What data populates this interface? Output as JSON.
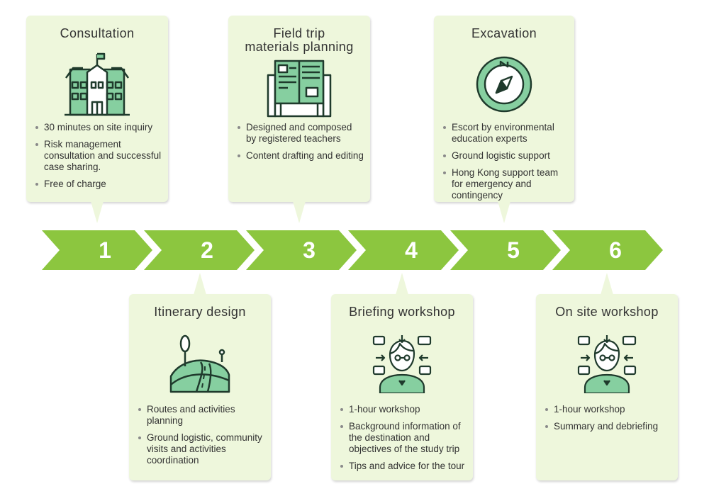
{
  "steps": [
    {
      "number": "1",
      "title": "Consultation",
      "points": [
        "30 minutes on site inquiry",
        "Risk management consultation and successful case sharing.",
        "Free of charge"
      ]
    },
    {
      "number": "2",
      "title": "Itinerary design",
      "points": [
        "Routes and activities planning",
        "Ground logistic, community visits and activities coordination"
      ]
    },
    {
      "number": "3",
      "title": "Field trip\nmaterials planning",
      "points": [
        "Designed and composed by registered teachers",
        "Content drafting and editing"
      ]
    },
    {
      "number": "4",
      "title": "Briefing workshop",
      "points": [
        "1-hour workshop",
        "Background information of the destination and objectives of the study trip",
        "Tips and advice for the tour"
      ]
    },
    {
      "number": "5",
      "title": "Excavation",
      "points": [
        "Escort by environmental education experts",
        "Ground logistic support",
        "Hong Kong support team for emergency and contingency"
      ]
    },
    {
      "number": "6",
      "title": "On site workshop",
      "points": [
        "1-hour workshop",
        "Summary and debriefing"
      ]
    }
  ],
  "colors": {
    "accent": "#8cc63f",
    "card": "#eef7dc",
    "icon_fill": "#86cfa0",
    "icon_stroke": "#1f3a2c"
  },
  "icons": [
    "school-building-icon",
    "winding-road-icon",
    "map-document-icon",
    "collaboration-person-icon",
    "compass-icon",
    "collaboration-person-icon"
  ]
}
